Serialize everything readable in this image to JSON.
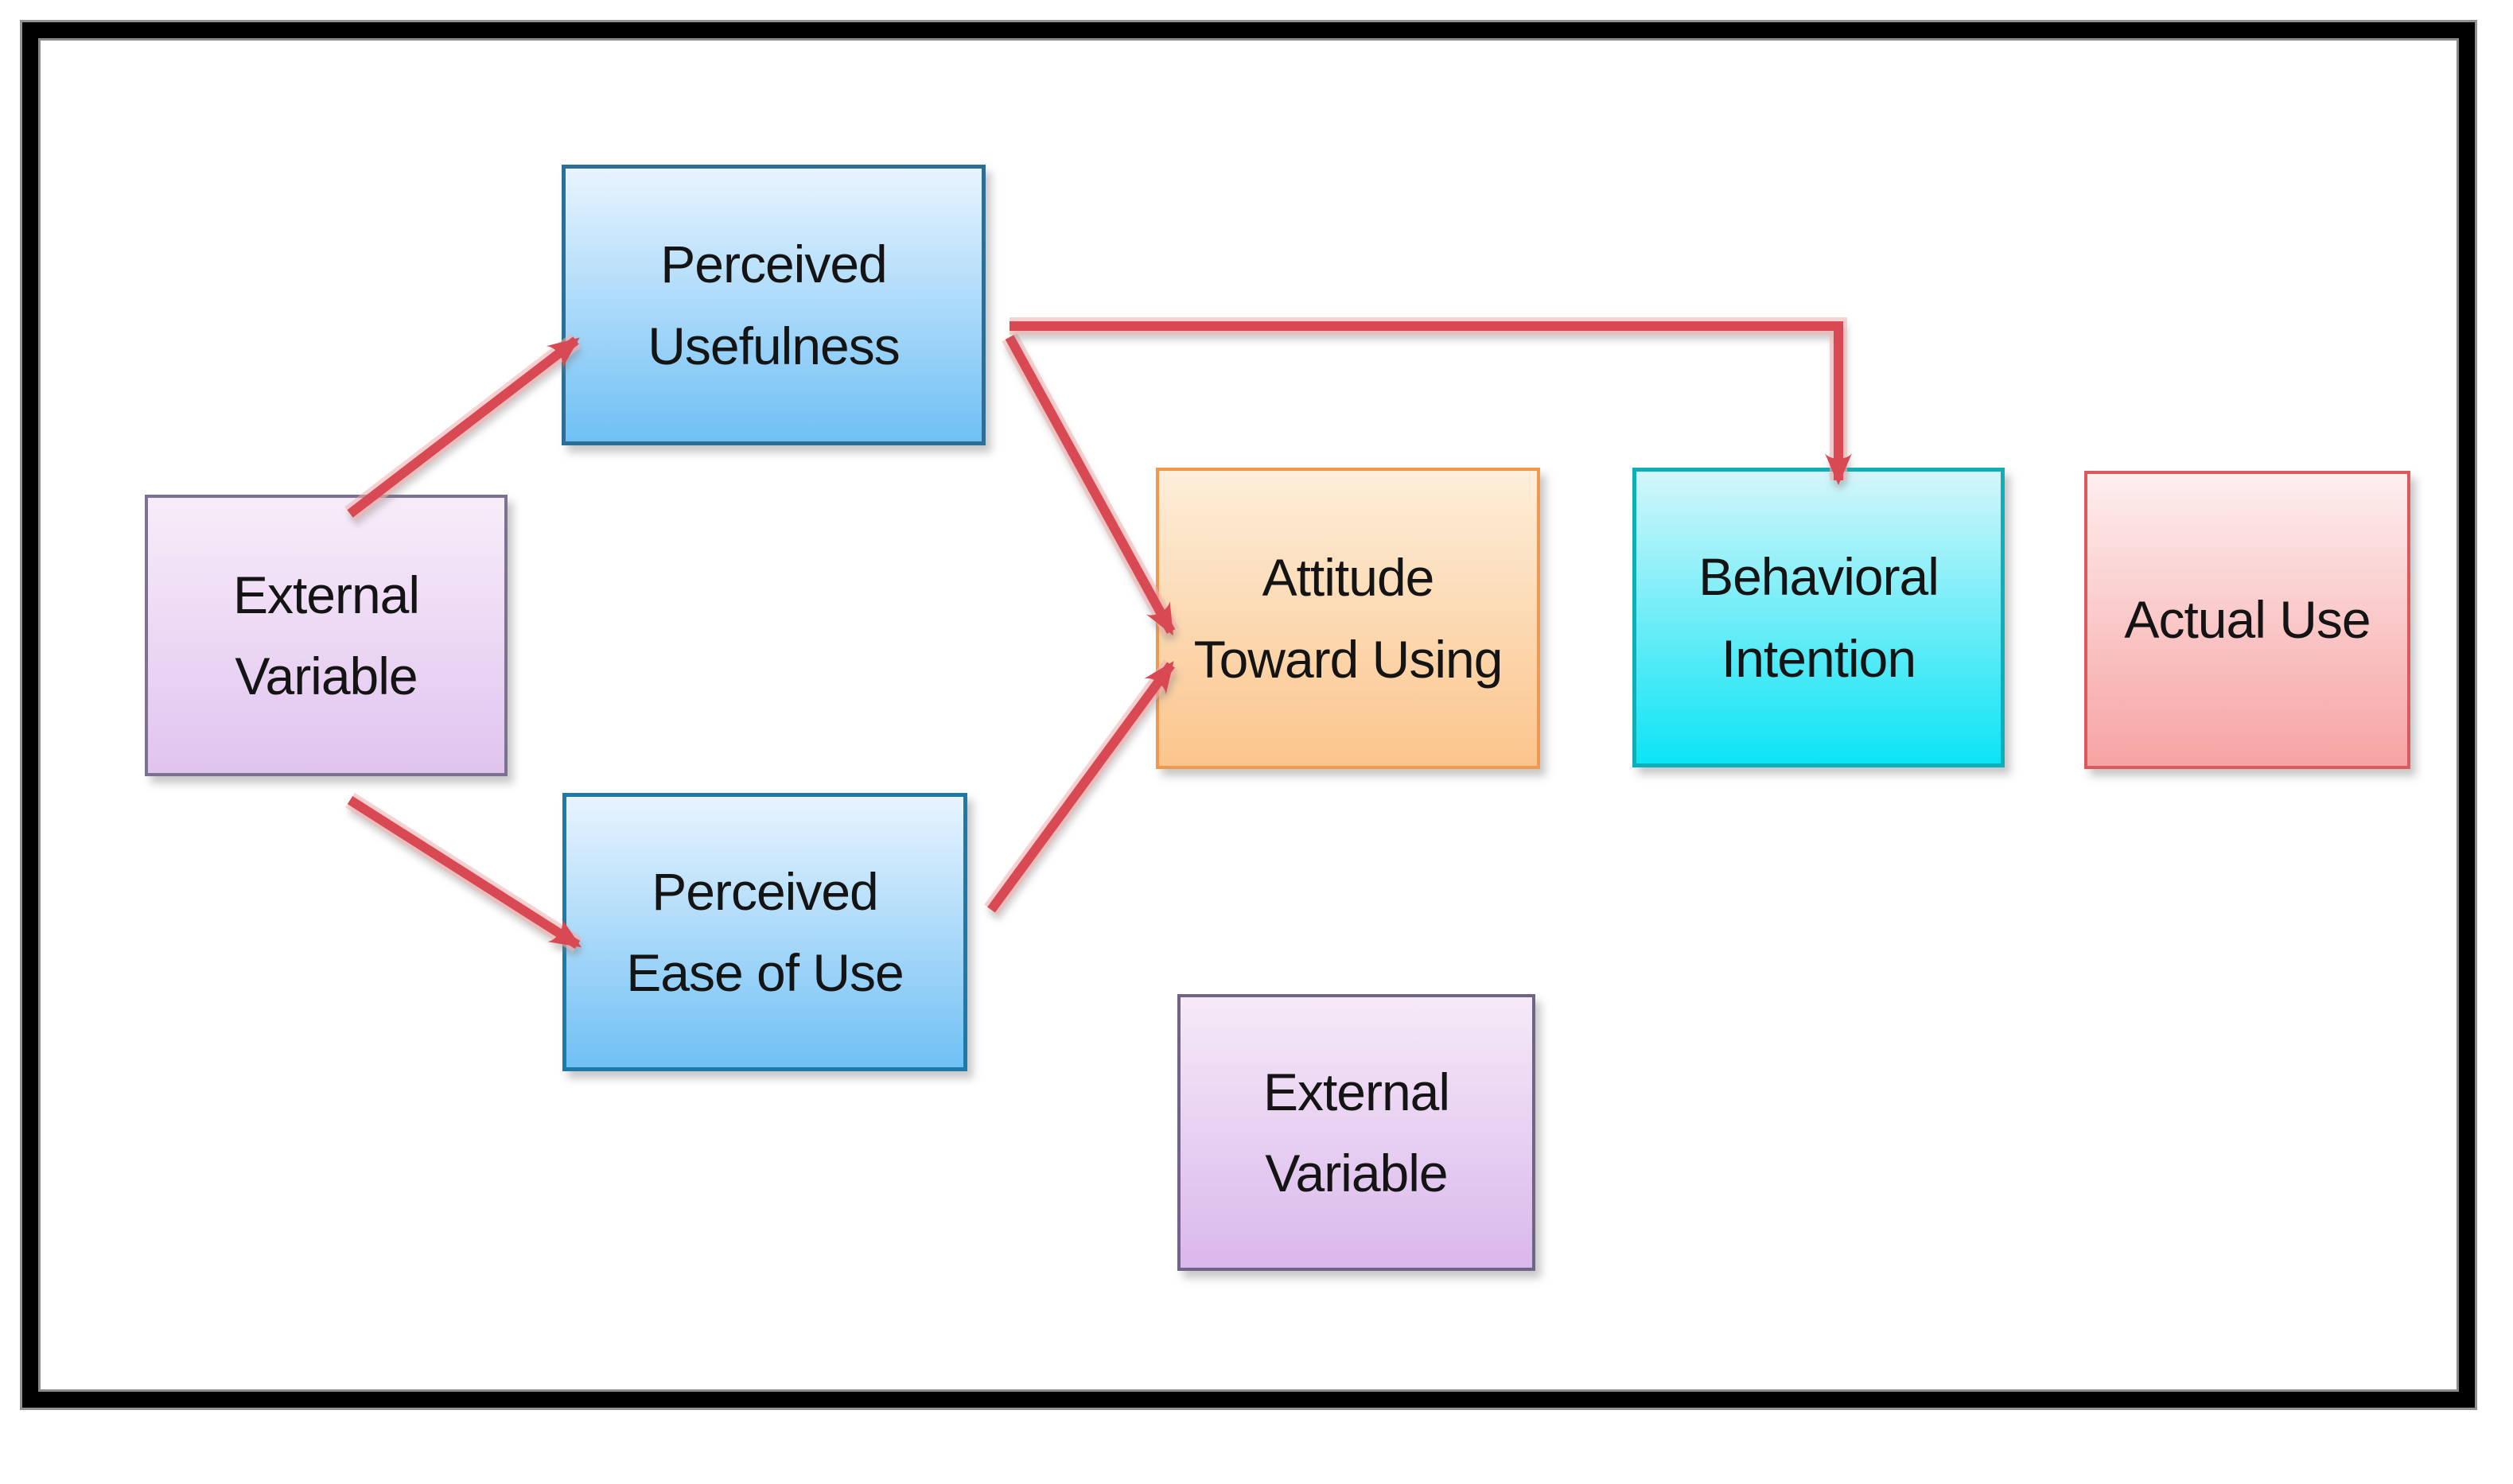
{
  "diagram": {
    "kind": "flowchart",
    "arrow_color": "#d94a52",
    "frame_color": "#000000",
    "background_color": "#ffffff",
    "nodes": [
      {
        "id": "external-variable-top",
        "label": "External\nVariable",
        "fill_top": "#f8ecf9",
        "fill_bottom": "#e0c4ef",
        "border": "#7b7190"
      },
      {
        "id": "perceived-usefulness",
        "label": "Perceived\nUsefulness",
        "fill_top": "#e8f4fe",
        "fill_bottom": "#6fc0f5",
        "border": "#2e6e95"
      },
      {
        "id": "perceived-ease-of-use",
        "label": "Perceived\nEase of Use",
        "fill_top": "#e8f4fe",
        "fill_bottom": "#6fc0f5",
        "border": "#1b7aa8"
      },
      {
        "id": "attitude-toward-using",
        "label": "Attitude\nToward Using",
        "fill_top": "#fdeeda",
        "fill_bottom": "#fbc58c",
        "border": "#f0984d"
      },
      {
        "id": "behavioral-intention",
        "label": "Behavioral\nIntention",
        "fill_top": "#d4f6fa",
        "fill_bottom": "#0ce4f5",
        "border": "#0fafba"
      },
      {
        "id": "actual-use",
        "label": "Actual Use",
        "fill_top": "#fdeeee",
        "fill_bottom": "#f7a3a3",
        "border": "#d95a5f"
      },
      {
        "id": "external-variable-bottom",
        "label": "External\nVariable",
        "fill_top": "#f6e9f7",
        "fill_bottom": "#d9b8ec",
        "border": "#6f6486"
      }
    ],
    "edges": [
      {
        "from": "external-variable-top",
        "to": "perceived-usefulness"
      },
      {
        "from": "external-variable-top",
        "to": "perceived-ease-of-use"
      },
      {
        "from": "perceived-usefulness",
        "to": "attitude-toward-using"
      },
      {
        "from": "perceived-ease-of-use",
        "to": "attitude-toward-using"
      },
      {
        "from": "perceived-usefulness",
        "to": "behavioral-intention"
      },
      {
        "from": "attitude-toward-using",
        "to": "behavioral-intention"
      },
      {
        "from": "behavioral-intention",
        "to": "actual-use"
      },
      {
        "from": "external-variable-bottom",
        "to": "attitude-toward-using"
      }
    ]
  }
}
